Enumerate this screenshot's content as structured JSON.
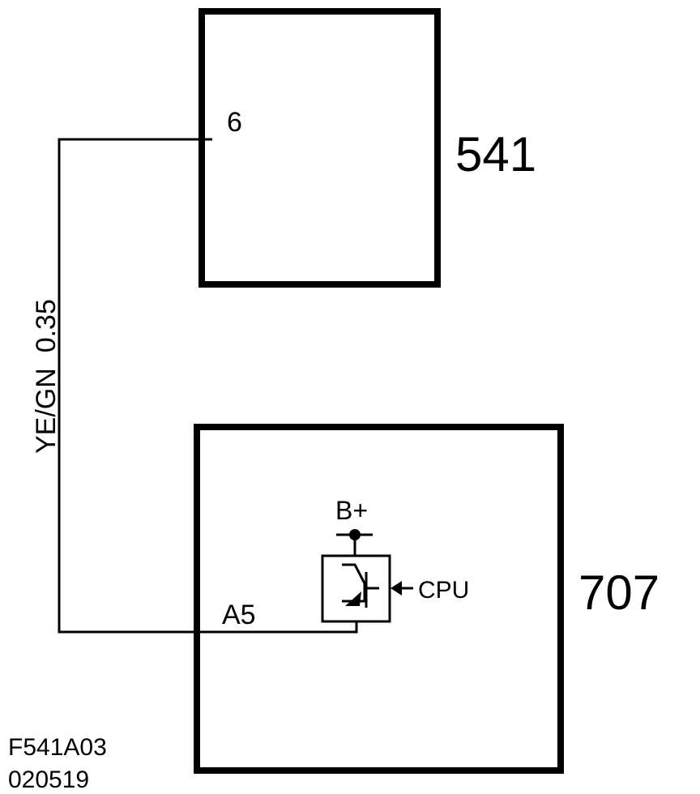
{
  "components": {
    "top": {
      "id": "541",
      "pin": "6"
    },
    "bottom": {
      "id": "707",
      "pin": "A5",
      "supply": "B+",
      "control": "CPU"
    }
  },
  "wire": {
    "label": "YE/GN  0.35"
  },
  "footer": {
    "code": "F541A03",
    "date": "020519"
  }
}
